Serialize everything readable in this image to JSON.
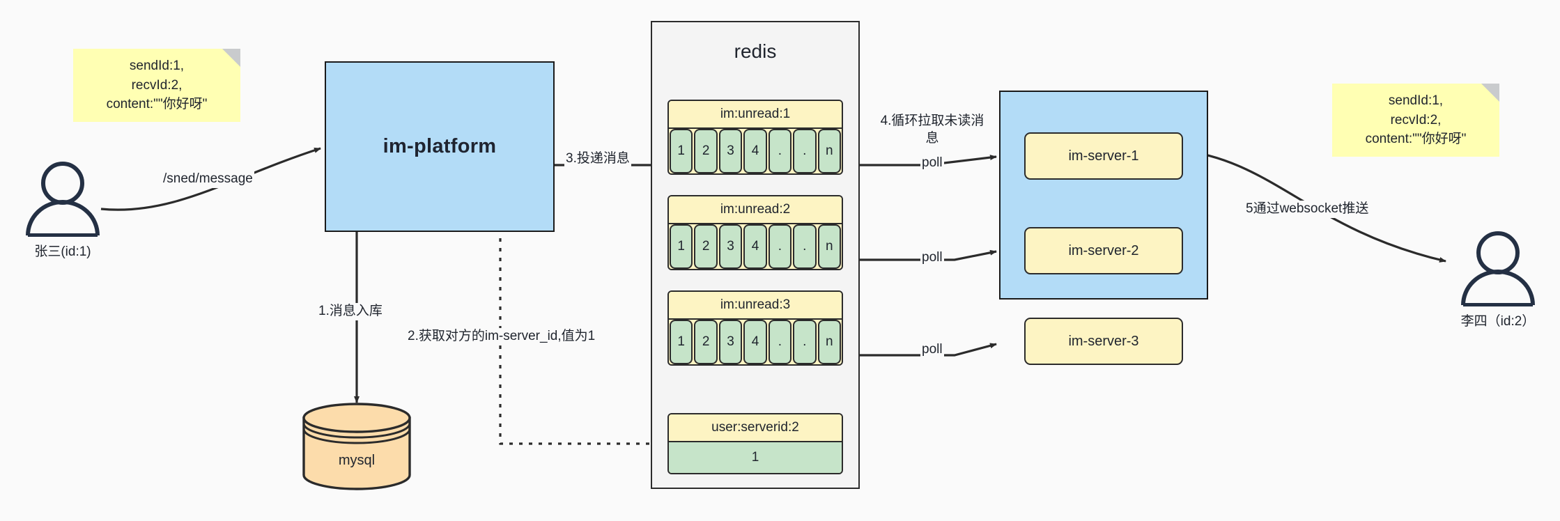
{
  "diagram": {
    "title": "IM message delivery architecture",
    "colors": {
      "sticky": "#ffffb3",
      "process": "#b3dcf7",
      "key": "#fdf4c3",
      "value": "#c6e4c9",
      "db": "#fcdcab",
      "stroke": "#2b2b2b",
      "background": "#fafafa"
    }
  },
  "sticky_notes": [
    {
      "id": "left",
      "text": "sendId:1,\nrecvId:2,\ncontent:\"\"你好呀\""
    },
    {
      "id": "right",
      "text": "sendId:1,\nrecvId:2,\ncontent:\"\"你好呀\""
    }
  ],
  "actors": [
    {
      "id": "sender",
      "label": "张三(id:1)"
    },
    {
      "id": "receiver",
      "label": "李四（id:2）"
    }
  ],
  "nodes": {
    "platform": {
      "label": "im-platform"
    },
    "mysql": {
      "label": "mysql"
    },
    "redis": {
      "title": "redis"
    },
    "server_group": {
      "servers": [
        {
          "label": "im-server-1"
        },
        {
          "label": "im-server-2"
        },
        {
          "label": "im-server-3"
        }
      ]
    }
  },
  "redis_entries": [
    {
      "key": "im:unread:1",
      "cells": [
        "1",
        "2",
        "3",
        "4",
        ".",
        ".",
        "n"
      ]
    },
    {
      "key": "im:unread:2",
      "cells": [
        "1",
        "2",
        "3",
        "4",
        ".",
        ".",
        "n"
      ]
    },
    {
      "key": "im:unread:3",
      "cells": [
        "1",
        "2",
        "3",
        "4",
        ".",
        ".",
        "n"
      ]
    },
    {
      "key": "user:serverid:2",
      "value": "1"
    }
  ],
  "edge_labels": {
    "send_message": "/sned/message",
    "step1": "1.消息入库",
    "step2": "2.获取对方的im-server_id,值为1",
    "step3": "3.投递消息",
    "step4": "4.循环拉取未读消息",
    "step5": "5通过websocket推送",
    "poll1": "poll",
    "poll2": "poll",
    "poll3": "poll"
  }
}
